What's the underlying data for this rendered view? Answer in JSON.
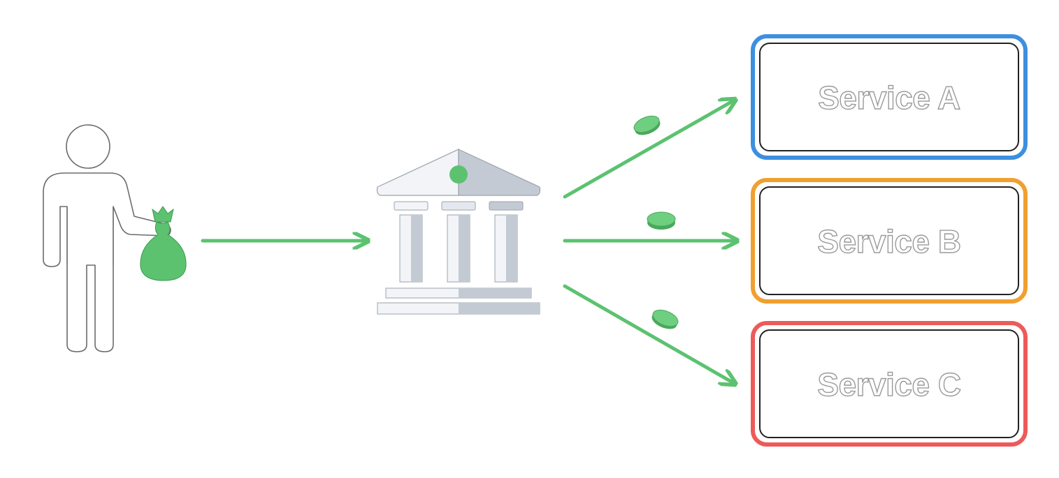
{
  "colors": {
    "flow": "#5cc270",
    "money": "#5cc270",
    "figure_outline": "#6b6b6b",
    "bank_light": "#f2f4f7",
    "bank_shade": "#c3cad3",
    "service_a": "#3d8fe0",
    "service_b": "#f0a030",
    "service_c": "#ee5a5a"
  },
  "nodes": {
    "payer": {
      "icon": "person-with-money-bag-icon"
    },
    "bank": {
      "icon": "bank-building-icon"
    }
  },
  "services": [
    {
      "label": "Service A",
      "color": "#3d8fe0"
    },
    {
      "label": "Service B",
      "color": "#f0a030"
    },
    {
      "label": "Service C",
      "color": "#ee5a5a"
    }
  ],
  "flows": [
    {
      "from": "payer",
      "to": "bank",
      "coin": false
    },
    {
      "from": "bank",
      "to": "Service A",
      "coin": true
    },
    {
      "from": "bank",
      "to": "Service B",
      "coin": true
    },
    {
      "from": "bank",
      "to": "Service C",
      "coin": true
    }
  ]
}
